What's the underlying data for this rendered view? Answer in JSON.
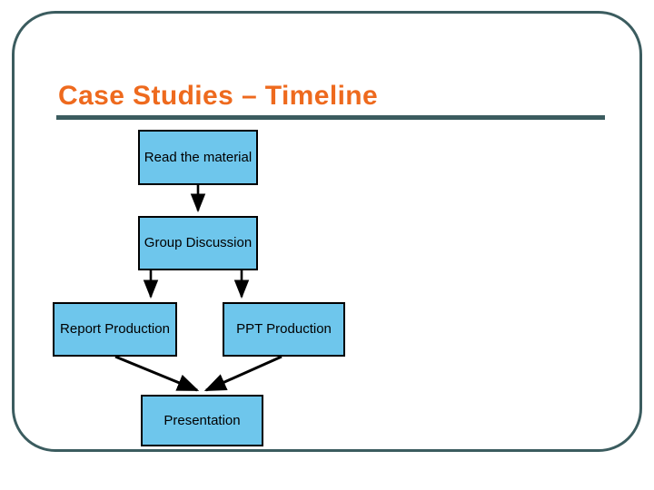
{
  "slide": {
    "title": "Case Studies – Timeline",
    "background_color": "#ffffff",
    "frame_color": "#3b5c5f",
    "title_color": "#ee6a1e",
    "rule_color": "#3b5c5f"
  },
  "diagram": {
    "type": "flowchart",
    "node_fill_color": "#6ec6ec",
    "node_border_color": "#000000",
    "connector_color": "#000000",
    "nodes": [
      {
        "id": "read",
        "label": "Read the material"
      },
      {
        "id": "group",
        "label": "Group Discussion"
      },
      {
        "id": "report",
        "label": "Report Production"
      },
      {
        "id": "ppt",
        "label": "PPT Production"
      },
      {
        "id": "present",
        "label": "Presentation"
      }
    ],
    "edges": [
      {
        "from": "read",
        "to": "group",
        "style": "arrow-down"
      },
      {
        "from": "group",
        "to": "report",
        "style": "arrow-down"
      },
      {
        "from": "group",
        "to": "ppt",
        "style": "arrow-down"
      },
      {
        "from": "report",
        "to": "present",
        "style": "arrow-diagonal"
      },
      {
        "from": "ppt",
        "to": "present",
        "style": "arrow-diagonal"
      }
    ]
  }
}
